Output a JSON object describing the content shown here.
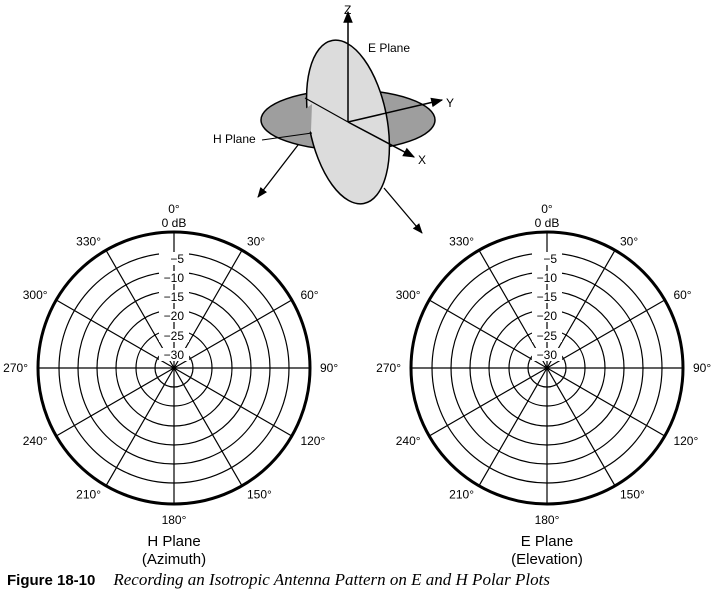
{
  "diagram3d": {
    "axis_z": "Z",
    "axis_y": "Y",
    "axis_x": "X",
    "e_plane_label": "E Plane",
    "h_plane_label": "H Plane"
  },
  "polar_plots": [
    {
      "id": "h",
      "title": "H Plane",
      "subtitle": "(Azimuth)",
      "top_label": "0°",
      "zero_db_label": "0 dB",
      "ring_labels": [
        "−5",
        "−10",
        "−15",
        "−20",
        "−25",
        "−30"
      ],
      "angle_labels": [
        "30°",
        "60°",
        "90°",
        "120°",
        "150°",
        "180°",
        "210°",
        "240°",
        "270°",
        "300°",
        "330°"
      ]
    },
    {
      "id": "e",
      "title": "E Plane",
      "subtitle": "(Elevation)",
      "top_label": "0°",
      "zero_db_label": "0 dB",
      "ring_labels": [
        "−5",
        "−10",
        "−15",
        "−20",
        "−25",
        "−30"
      ],
      "angle_labels": [
        "30°",
        "60°",
        "90°",
        "120°",
        "150°",
        "180°",
        "210°",
        "240°",
        "270°",
        "300°",
        "330°"
      ]
    }
  ],
  "caption": {
    "figure_number": "Figure 18-10",
    "text": "Recording an Isotropic Antenna Pattern on E and H Polar Plots"
  },
  "colors": {
    "h_plane_fill": "#9e9e9e",
    "e_plane_fill": "#dcdcdc",
    "line": "#000000"
  }
}
